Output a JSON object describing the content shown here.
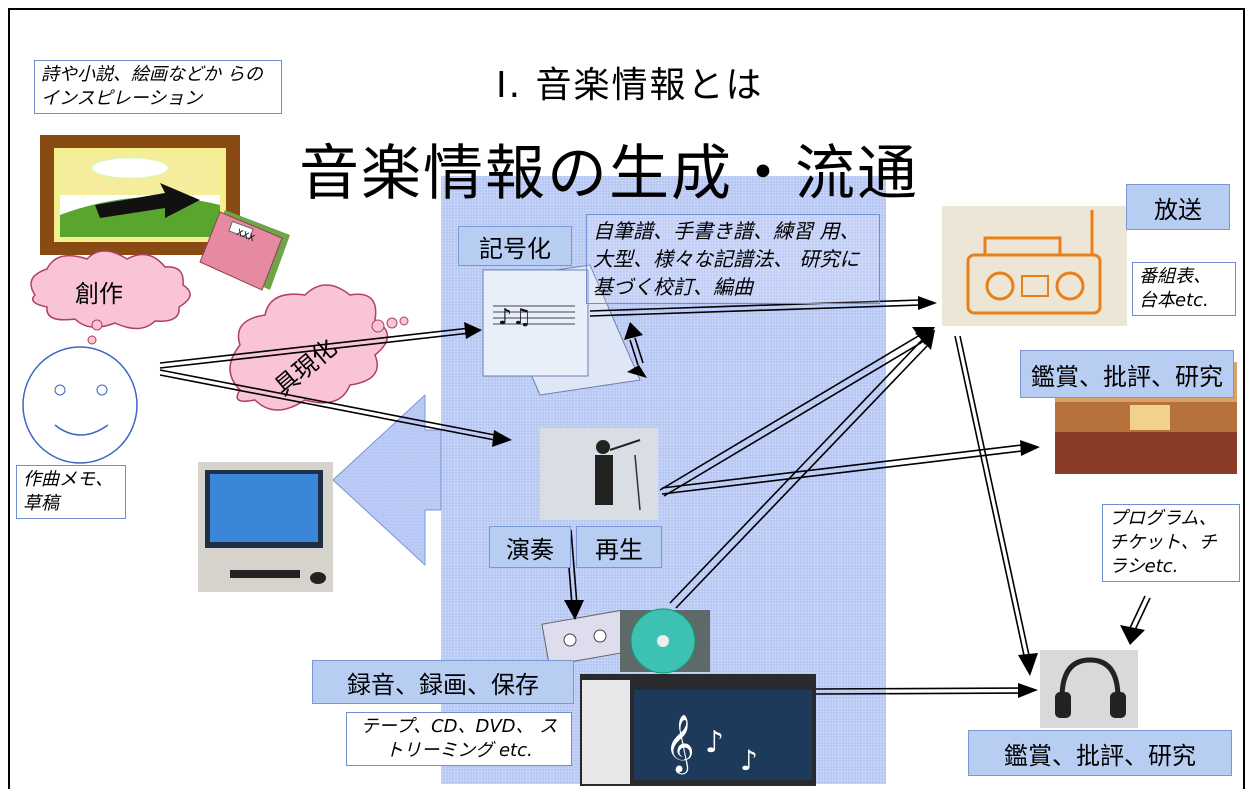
{
  "title": {
    "section": "Ⅰ. 音楽情報とは",
    "main": "音楽情報の生成・流通"
  },
  "notes": {
    "inspiration": "詩や小説、絵画などか らのインスピレーション",
    "sketch": "作曲メモ、 草稿",
    "score_types": "自筆譜、手書き譜、練習 用、大型、様々な記譜法、 研究に基づく校訂、編曲",
    "broadcast_docs": "番組表、 台本etc.",
    "program": "プログラム、 チケット、チ ラシetc.",
    "media": "テープ、CD、DVD、 ストリーミング etc."
  },
  "labels": {
    "creation": "創作",
    "embody": "具現化",
    "notation": "記号化",
    "perform": "演奏",
    "playback": "再生",
    "record": "録音、録画、保存",
    "broadcast": "放送",
    "appreciation_top": "鑑賞、批評、研究",
    "appreciation_bottom": "鑑賞、批評、研究"
  },
  "book_label": "XXX",
  "colors": {
    "blue_panel": "#5078e6",
    "label_bg": "#b8cdf2",
    "cloud": "#f6bcd0",
    "note_border": "#6f8fcf"
  }
}
